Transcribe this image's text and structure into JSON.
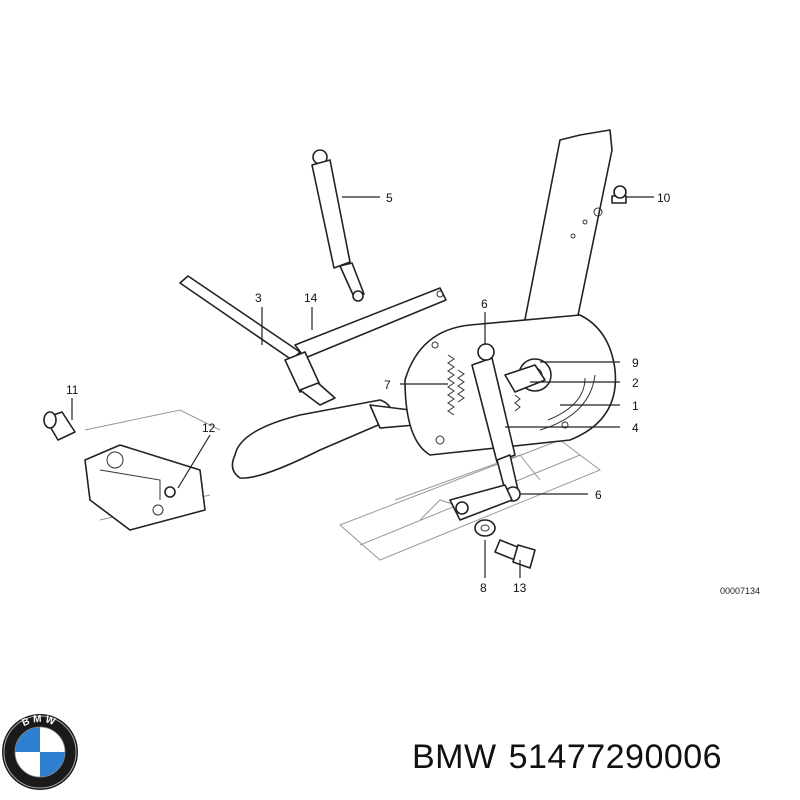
{
  "diagram": {
    "reference_code": "00007134",
    "callouts": [
      {
        "id": "c5",
        "label": "5"
      },
      {
        "id": "c10",
        "label": "10"
      },
      {
        "id": "c3",
        "label": "3"
      },
      {
        "id": "c14",
        "label": "14"
      },
      {
        "id": "c6a",
        "label": "6"
      },
      {
        "id": "c9",
        "label": "9"
      },
      {
        "id": "c7",
        "label": "7"
      },
      {
        "id": "c2",
        "label": "2"
      },
      {
        "id": "c1",
        "label": "1"
      },
      {
        "id": "c4",
        "label": "4"
      },
      {
        "id": "c11",
        "label": "11"
      },
      {
        "id": "c12",
        "label": "12"
      },
      {
        "id": "c6b",
        "label": "6"
      },
      {
        "id": "c8",
        "label": "8"
      },
      {
        "id": "c13",
        "label": "13"
      }
    ]
  },
  "brand": {
    "logo_name": "bmw-logo-icon",
    "logo_letters": "BMW",
    "brand_name": "BMW",
    "part_number": "51477290006"
  }
}
